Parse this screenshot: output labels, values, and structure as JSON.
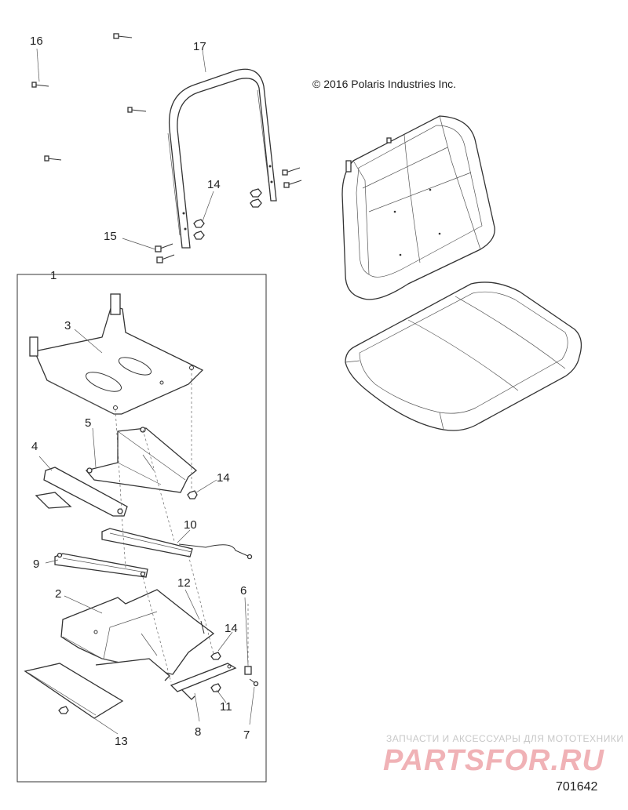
{
  "copyright": "© 2016 Polaris Industries Inc.",
  "diagram_id": "701642",
  "watermark": {
    "small": "ЗАПЧАСТИ И АКСЕССУАРЫ ДЛЯ МОТОТЕХНИКИ",
    "big": "PARTSFOR.RU"
  },
  "callouts": {
    "c1": "1",
    "c2": "2",
    "c3": "3",
    "c4": "4",
    "c5": "5",
    "c6": "6",
    "c7": "7",
    "c8": "8",
    "c9": "9",
    "c10": "10",
    "c11": "11",
    "c12": "12",
    "c13": "13",
    "c14a": "14",
    "c14b": "14",
    "c14c": "14",
    "c15": "15",
    "c16": "16",
    "c17": "17"
  }
}
